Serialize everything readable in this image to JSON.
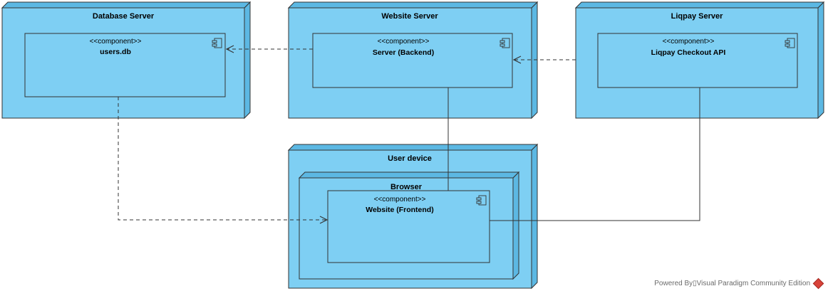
{
  "nodes": {
    "database_server": {
      "title": "Database Server"
    },
    "website_server": {
      "title": "Website Server"
    },
    "liqpay_server": {
      "title": "Liqpay Server"
    },
    "user_device": {
      "title": "User device"
    },
    "browser": {
      "title": "Browser"
    }
  },
  "components": {
    "users_db": {
      "stereotype": "<<component>>",
      "name": "users.db"
    },
    "server_backend": {
      "stereotype": "<<component>>",
      "name": "Server (Backend)"
    },
    "liqpay_api": {
      "stereotype": "<<component>>",
      "name": "Liqpay Checkout API"
    },
    "website_frontend": {
      "stereotype": "<<component>>",
      "name": "Website (Frontend)"
    }
  },
  "footer": {
    "text": "Powered By▯Visual Paradigm Community Edition"
  },
  "colors": {
    "node_fill": "#7ecff3",
    "node_side": "#5cb8e3",
    "line": "#333333"
  }
}
